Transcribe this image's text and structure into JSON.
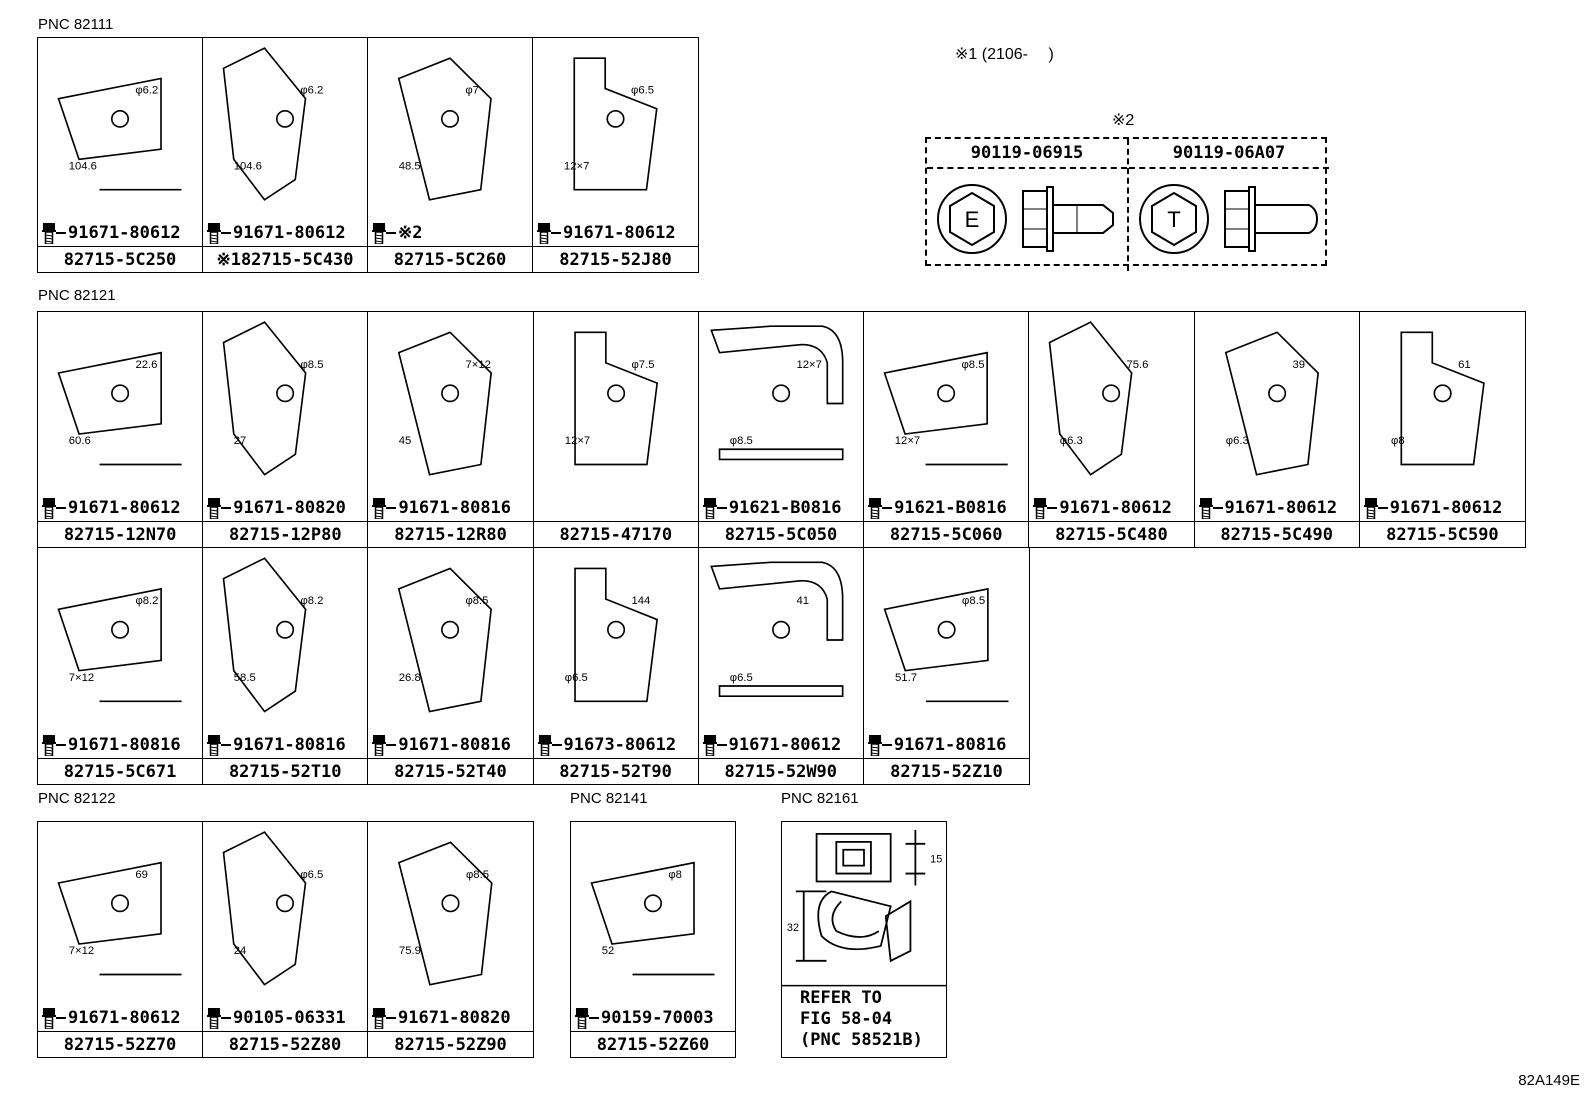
{
  "note1": "※1 (2106-　 )",
  "note2": "※2",
  "bolt_table": {
    "col1_part": "90119-06915",
    "col1_mark": "E",
    "col2_part": "90119-06A07",
    "col2_mark": "T"
  },
  "groups": {
    "g1": {
      "pnc": "PNC 82111",
      "cells": [
        {
          "bolt": "91671-80612",
          "part": "82715-5C250"
        },
        {
          "bolt": "91671-80612",
          "part": "※182715-5C430"
        },
        {
          "bolt": "※2",
          "part": "82715-5C260"
        },
        {
          "bolt": "91671-80612",
          "part": "82715-52J80"
        }
      ]
    },
    "g2": {
      "pnc": "PNC 82121",
      "cells": [
        {
          "bolt": "91671-80612",
          "part": "82715-12N70"
        },
        {
          "bolt": "91671-80820",
          "part": "82715-12P80"
        },
        {
          "bolt": "91671-80816",
          "part": "82715-12R80"
        },
        {
          "bolt": "",
          "part": "82715-47170"
        },
        {
          "bolt": "91621-B0816",
          "part": "82715-5C050"
        },
        {
          "bolt": "91621-B0816",
          "part": "82715-5C060"
        },
        {
          "bolt": "91671-80612",
          "part": "82715-5C480"
        },
        {
          "bolt": "91671-80612",
          "part": "82715-5C490"
        },
        {
          "bolt": "91671-80612",
          "part": "82715-5C590"
        }
      ]
    },
    "g3": {
      "cells": [
        {
          "bolt": "91671-80816",
          "part": "82715-5C671"
        },
        {
          "bolt": "91671-80816",
          "part": "82715-52T10"
        },
        {
          "bolt": "91671-80816",
          "part": "82715-52T40"
        },
        {
          "bolt": "91673-80612",
          "part": "82715-52T90"
        },
        {
          "bolt": "91671-80612",
          "part": "82715-52W90"
        },
        {
          "bolt": "91671-80816",
          "part": "82715-52Z10"
        }
      ]
    },
    "g4": {
      "pnc": "PNC 82122",
      "cells": [
        {
          "bolt": "91671-80612",
          "part": "82715-52Z70"
        },
        {
          "bolt": "90105-06331",
          "part": "82715-52Z80"
        },
        {
          "bolt": "91671-80820",
          "part": "82715-52Z90"
        }
      ]
    },
    "g5": {
      "pnc": "PNC 82141",
      "cells": [
        {
          "bolt": "90159-70003",
          "part": "82715-52Z60"
        }
      ]
    },
    "g6": {
      "pnc": "PNC 82161",
      "refer": "REFER TO\nFIG 58-04\n(PNC 58521B)"
    }
  },
  "dims": {
    "d_1_1": [
      "φ6.2",
      "104.6"
    ],
    "d_1_2": [
      "φ6.2",
      "104.6"
    ],
    "d_1_3": [
      "φ7",
      "48.5"
    ],
    "d_1_4": [
      "φ6.5",
      "12×7"
    ],
    "d_2_1": [
      "22.6",
      "60.6"
    ],
    "d_2_2": [
      "φ8.5",
      "27"
    ],
    "d_2_3": [
      "7×12",
      "45"
    ],
    "d_2_4": [
      "φ7.5",
      "12×7"
    ],
    "d_2_5": [
      "12×7",
      "φ8.5"
    ],
    "d_2_6": [
      "φ8.5",
      "12×7"
    ],
    "d_2_7": [
      "75.6",
      "φ6.3"
    ],
    "d_2_8": [
      "39",
      "φ6.3"
    ],
    "d_2_9": [
      "61",
      "φ8"
    ],
    "d_3_1": [
      "φ8.2",
      "7×12"
    ],
    "d_3_2": [
      "φ8.2",
      "58.5"
    ],
    "d_3_3": [
      "φ8.5",
      "26.8"
    ],
    "d_3_4": [
      "144",
      "φ6.5"
    ],
    "d_3_5": [
      "41",
      "φ6.5"
    ],
    "d_3_6": [
      "φ8.5",
      "51.7"
    ],
    "d_4_1": [
      "69",
      "7×12"
    ],
    "d_4_2": [
      "φ6.5",
      "24"
    ],
    "d_4_3": [
      "φ8.5",
      "75.9"
    ],
    "d_5_1": [
      "φ8",
      "52"
    ],
    "d_6_1": [
      "15",
      "32"
    ]
  },
  "diagram_code": "82A149E"
}
